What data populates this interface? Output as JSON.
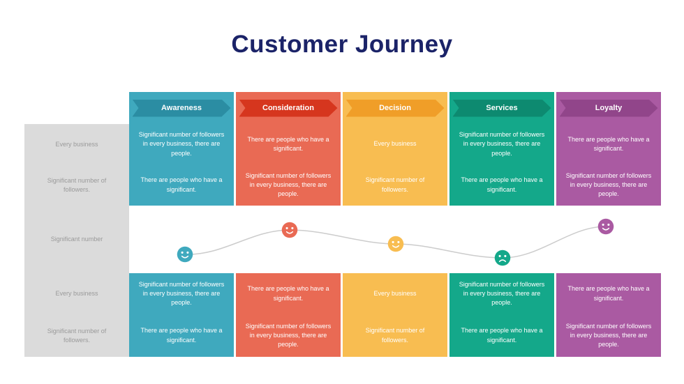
{
  "title": "Customer Journey",
  "sidebar": {
    "rows": [
      "Every business",
      "Significant number of followers.",
      "Significant number",
      "Every business",
      "Significant number of followers."
    ]
  },
  "columns": [
    {
      "label": "Awareness",
      "color": "#3FA9BE",
      "header_color": "#2B8DA3",
      "face": "smile",
      "cells": [
        "Significant number of followers in every business, there are people.",
        "There are people who have a significant.",
        "Significant number of followers in every business, there are people.",
        "There are people who have a significant."
      ]
    },
    {
      "label": "Consideration",
      "color": "#E96A54",
      "header_color": "#D6361E",
      "face": "smile",
      "cells": [
        "There are people who have a significant.",
        "Significant number of followers in every business, there are people.",
        "There are people who have a significant.",
        "Significant number of followers in every business, there are people."
      ]
    },
    {
      "label": "Decision",
      "color": "#F8BD51",
      "header_color": "#F09E28",
      "face": "smile",
      "cells": [
        "Every business",
        "Significant number of followers.",
        "Every business",
        "Significant number of followers."
      ]
    },
    {
      "label": "Services",
      "color": "#14A88A",
      "header_color": "#0D8A70",
      "face": "frown",
      "cells": [
        "Significant number of followers in every business, there are people.",
        "There are people who have a significant.",
        "Significant number of followers in every business, there are people.",
        "There are people who have a significant."
      ]
    },
    {
      "label": "Loyalty",
      "color": "#AA5AA2",
      "header_color": "#91458A",
      "face": "smile",
      "cells": [
        "There are people who have a significant.",
        "Significant number of followers in every business, there are people.",
        "There are people who have a significant.",
        "Significant number of followers in every business, there are people."
      ]
    }
  ],
  "timeline": {
    "line_color": "#CCCCCC"
  }
}
